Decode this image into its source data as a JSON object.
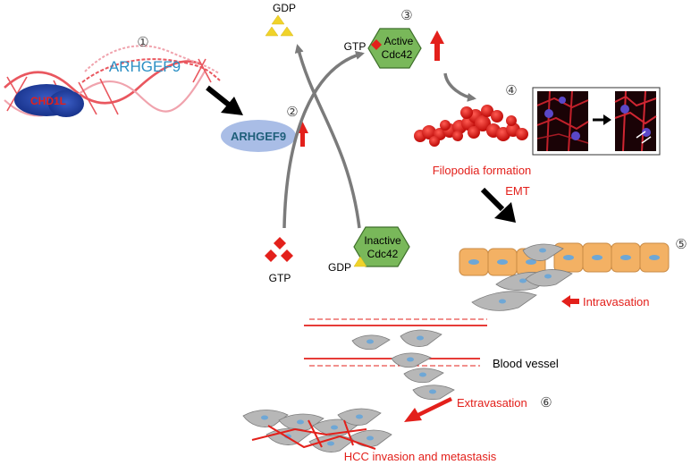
{
  "step_markers": [
    "①",
    "②",
    "③",
    "④",
    "⑤",
    "⑥"
  ],
  "labels": {
    "chd1l": "CHD1L",
    "arhgef9_gene": "ARHGEF9",
    "arhgef9_protein": "ARHGEF9",
    "gdp_top": "GDP",
    "gtp_active": "GTP",
    "active_line1": "Active",
    "active_line2": "Cdc42",
    "gtp_bottom": "GTP",
    "inactive_line1": "Inactive",
    "inactive_line2": "Cdc42",
    "gdp_inactive": "GDP",
    "filopodia": "Filopodia formation",
    "emt": "EMT",
    "intravasation": "Intravasation",
    "blood_vessel": "Blood vessel",
    "extravasation": "Extravasation",
    "hcc": "HCC invasion and metastasis"
  },
  "colors": {
    "red": "#e3201b",
    "dna": "#e9575f",
    "dna_light": "#f0a3ad",
    "chd1l_blob": "#1f3d9e",
    "arhgef9_text": "#2b8fc4",
    "arhgef9_ellipse": "#a9bde6",
    "cdc42_fill": "#79b85a",
    "gdp_yellow": "#f0d32a",
    "grey_arrow": "#7b7b7b",
    "orange_cell": "#f3b164",
    "grey_cell": "#b7b7b7"
  }
}
